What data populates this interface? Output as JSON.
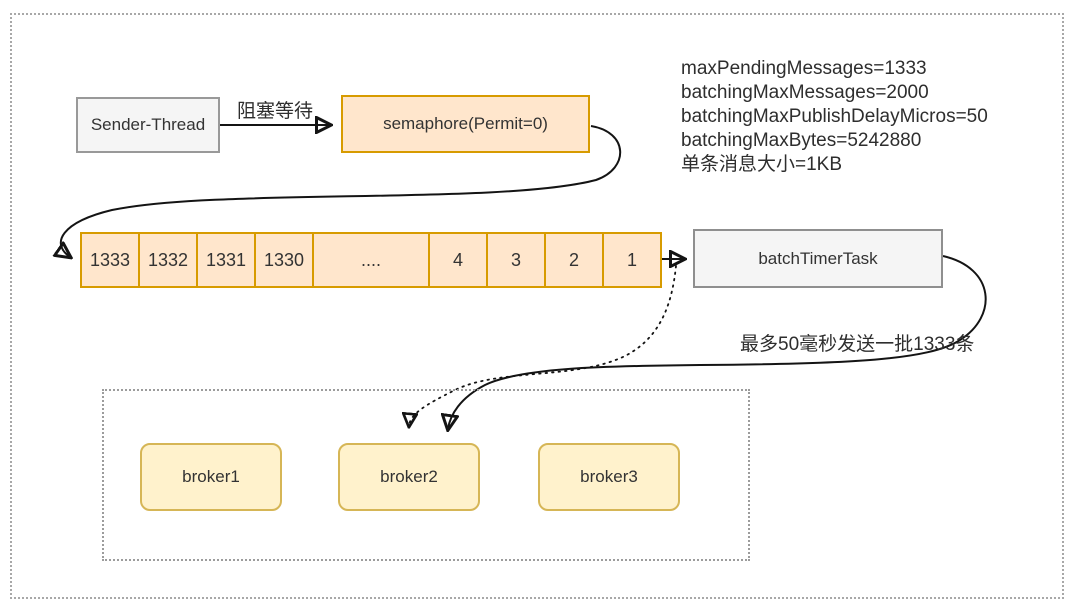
{
  "diagram": {
    "nodes": {
      "sender": "Sender-Thread",
      "semaphore": "semaphore(Permit=0)",
      "batch_timer": "batchTimerTask",
      "brokers": [
        {
          "label": "broker1"
        },
        {
          "label": "broker2"
        },
        {
          "label": "broker3"
        }
      ]
    },
    "queue_cells": [
      "1333",
      "1332",
      "1331",
      "1330",
      "....",
      "4",
      "3",
      "2",
      "1"
    ],
    "labels": {
      "blocking_wait": "阻塞等待",
      "batch_send": "最多50毫秒发送一批1333条"
    },
    "config_lines": [
      "maxPendingMessages=1333",
      "batchingMaxMessages=2000",
      "batchingMaxPublishDelayMicros=50",
      "batchingMaxBytes=5242880",
      "单条消息大小=1KB"
    ],
    "colors": {
      "orange_fill": "#FFE6CC",
      "orange_stroke": "#D79B00",
      "yellow_fill": "#FFF2CC",
      "yellow_stroke": "#D6B656",
      "gray_fill": "#F5F5F5",
      "gray_stroke": "#999999",
      "arrow": "#141414",
      "text": "#2E2E2E",
      "dotted_border": "#A8A8A8"
    }
  }
}
